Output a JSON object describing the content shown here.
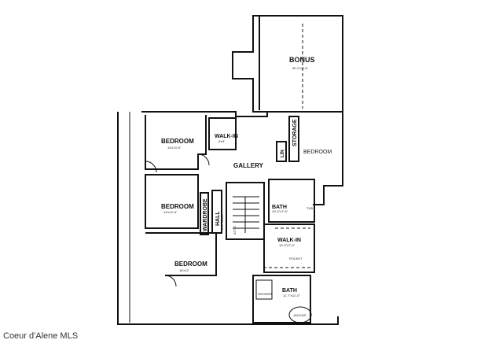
{
  "watermark": "Coeur d'Alene MLS",
  "rooms": {
    "bonus": {
      "name": "BONUS",
      "dims": "30'-0\"x8'-6\""
    },
    "bedroom_1": {
      "name": "BEDROOM",
      "dims": "14'x13'-6\""
    },
    "walk_in_1": {
      "name": "WALK-IN",
      "dims": "6'x9'"
    },
    "gallery": {
      "name": "GALLERY"
    },
    "bedroom_2": {
      "name": "BEDROOM",
      "dims": "13'x12'-6\""
    },
    "storage": {
      "name": "STORAGE"
    },
    "lin": {
      "name": "LIN"
    },
    "bedroom_3": {
      "name": "BEDROOM"
    },
    "wardrobe": {
      "name": "WARDROBE"
    },
    "hall": {
      "name": "HALL",
      "dims": "3'-6\" WIDE"
    },
    "bath_1": {
      "name": "BATH",
      "dims": "10'-0\"x7'-6\""
    },
    "walk_in_2": {
      "name": "WALK-IN",
      "dims": "10'-0\"x7'-6\""
    },
    "bedroom_4": {
      "name": "BEDROOM",
      "dims": "16'x12'"
    },
    "bath_2": {
      "name": "BATH",
      "dims": "11'-7\"x11'-0\""
    },
    "jacuzzi": {
      "name": "JACUZZI"
    },
    "shower": {
      "name": "SHOWER"
    },
    "tub": {
      "name": "TUB"
    },
    "pocket": {
      "name": "POCKET"
    },
    "attic": {
      "name": "ATTIC"
    }
  }
}
